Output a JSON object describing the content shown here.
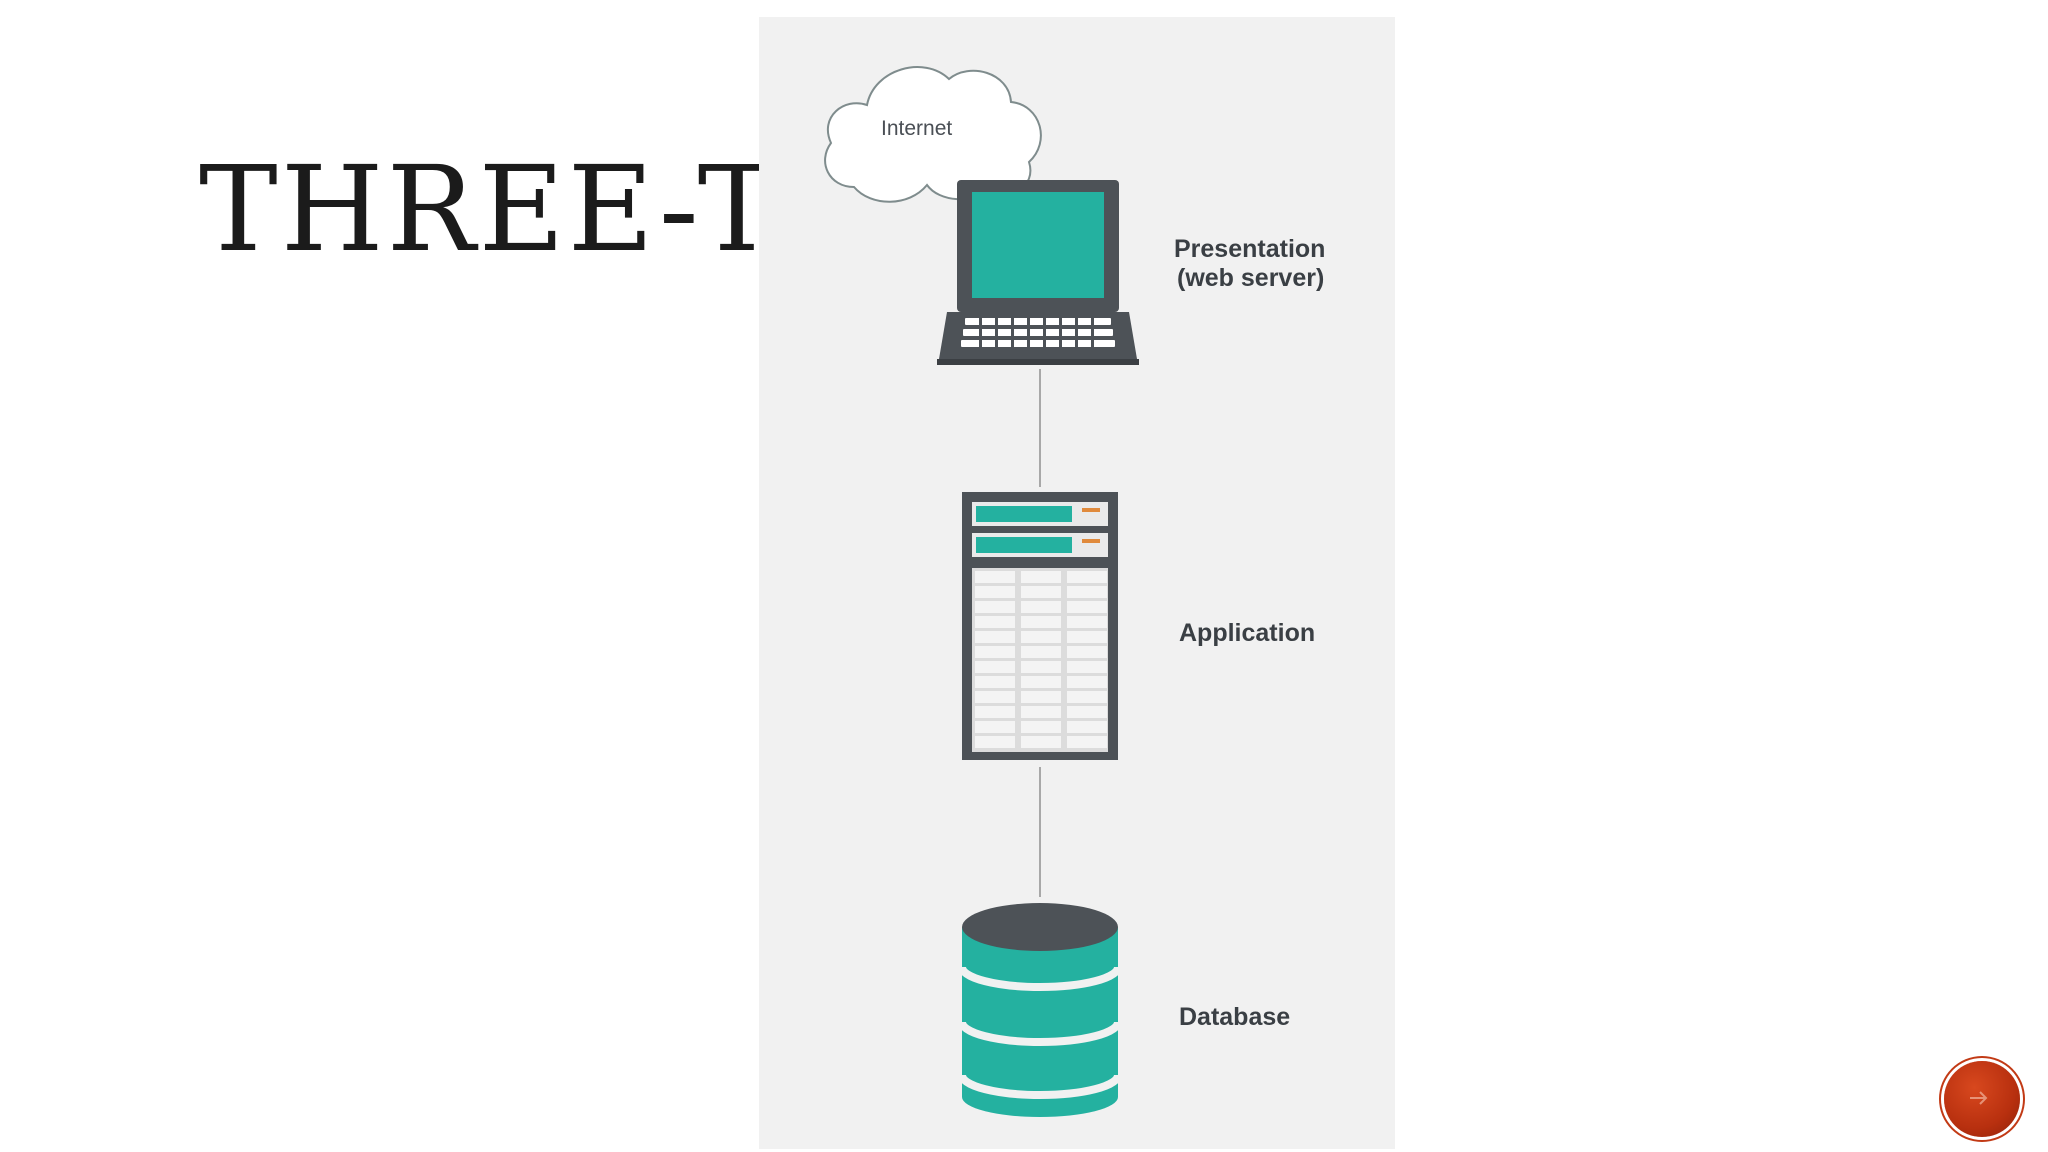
{
  "slide": {
    "title": "THREE-TI"
  },
  "diagram": {
    "cloud_label": "Internet",
    "tiers": [
      {
        "label_lines": [
          "Presentation",
          "(web server)"
        ]
      },
      {
        "label_lines": [
          "Application"
        ]
      },
      {
        "label_lines": [
          "Database"
        ]
      }
    ],
    "icons": [
      "cloud-icon",
      "laptop-icon",
      "server-rack-icon",
      "database-icon"
    ]
  },
  "colors": {
    "teal": "#24b1a0",
    "dark_gray": "#4d5257",
    "panel_bg": "#f1f1f1",
    "nav_button": "#c23a15"
  }
}
